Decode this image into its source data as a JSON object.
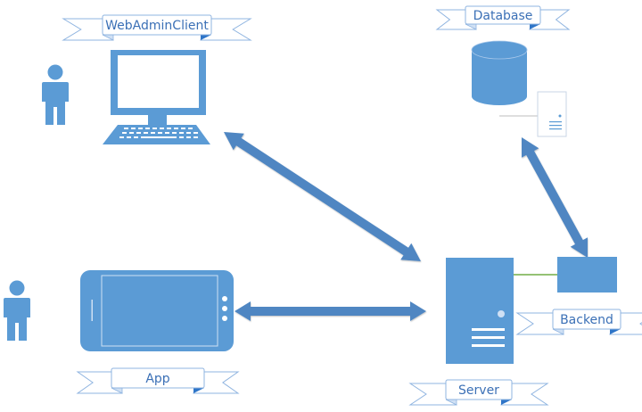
{
  "diagram": {
    "title": "System architecture",
    "colors": {
      "primary": "#5b9bd5",
      "arrow": "#4f86c2",
      "ribbon_stroke": "#8fb4e0",
      "ribbon_fill": "#ffffff",
      "ribbon_fold": "#2e75c8",
      "ribbon_text": "#3b70b6",
      "link_line": "#70ad47",
      "db_line": "#c9c9c9"
    },
    "nodes": [
      {
        "id": "webadminclient",
        "label": "WebAdminClient",
        "icon": "desktop-computer-icon"
      },
      {
        "id": "database",
        "label": "Database",
        "icon": "database-cylinder-icon"
      },
      {
        "id": "app",
        "label": "App",
        "icon": "tablet-device-icon"
      },
      {
        "id": "server",
        "label": "Server",
        "icon": "server-tower-icon"
      },
      {
        "id": "backend",
        "label": "Backend",
        "icon": "backend-box-icon"
      }
    ],
    "actors": [
      {
        "id": "user-web",
        "icon": "person-icon"
      },
      {
        "id": "user-app",
        "icon": "person-icon"
      }
    ],
    "connections": [
      {
        "from": "webadminclient",
        "to": "server",
        "type": "bidirectional-arrow"
      },
      {
        "from": "app",
        "to": "server",
        "type": "bidirectional-arrow"
      },
      {
        "from": "database",
        "to": "backend",
        "type": "bidirectional-arrow"
      },
      {
        "from": "server",
        "to": "backend",
        "type": "line"
      },
      {
        "from": "database",
        "to": "database-server",
        "type": "line"
      }
    ]
  }
}
